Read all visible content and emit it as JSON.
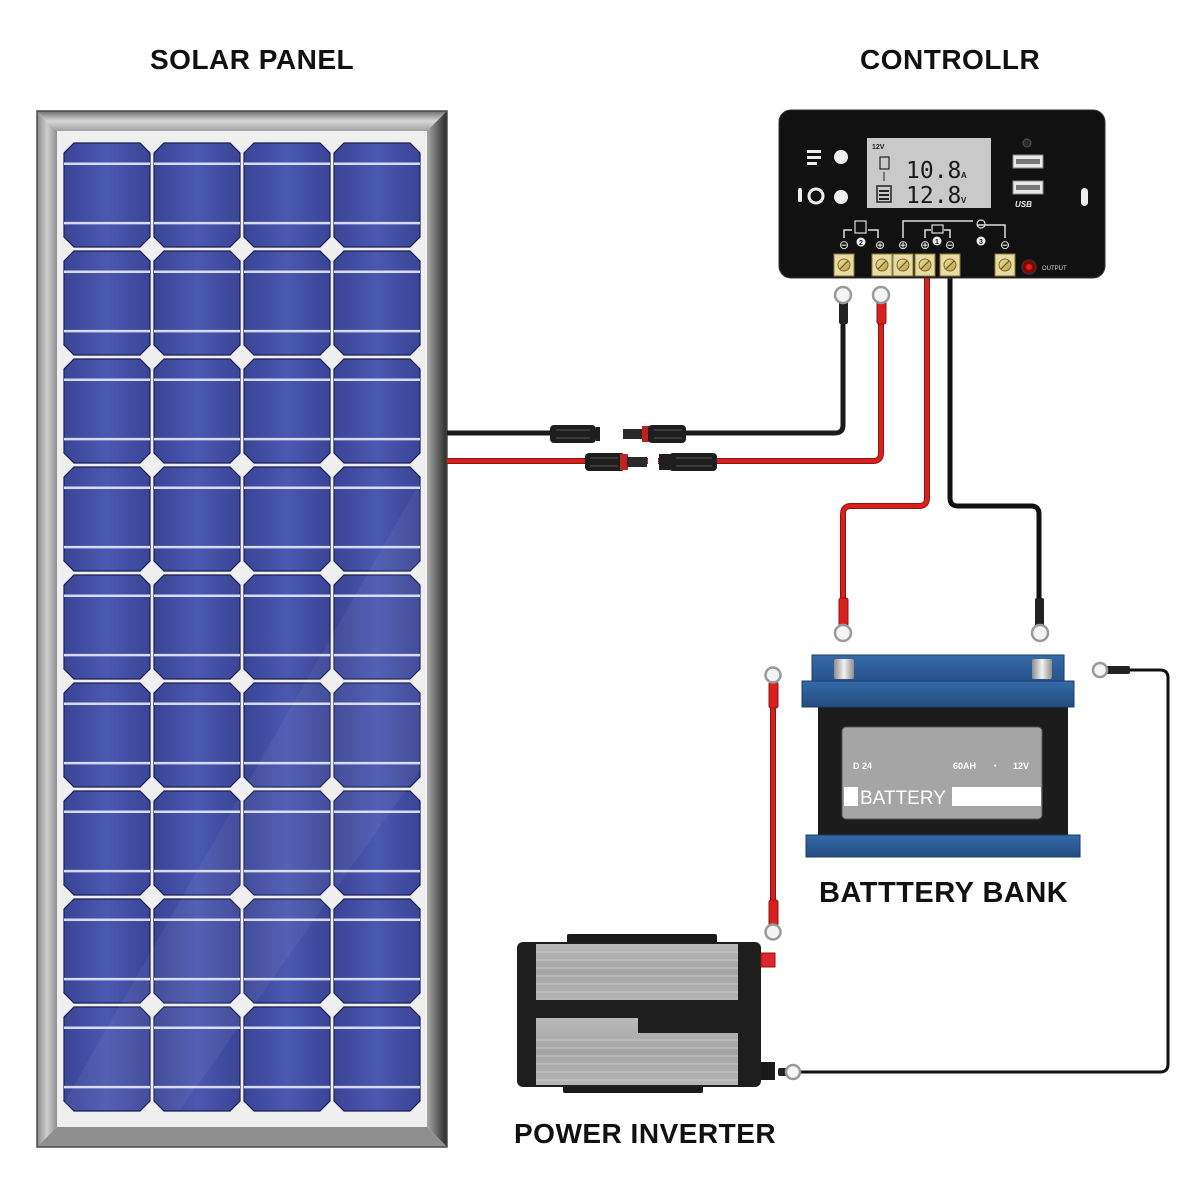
{
  "labels": {
    "solar_panel": "SOLAR PANEL",
    "controller": "CONTROLLR",
    "battery_bank": "BATTTERY BANK",
    "power_inverter": "POWER INVERTER"
  },
  "solar_panel": {
    "cell_columns": 4,
    "cell_rows": 9,
    "cell_color": "#3f4aa0",
    "frame_color": "#9a9a9a"
  },
  "controller": {
    "lcd": {
      "system_voltage": "12V",
      "current_value": "10.8",
      "current_unit": "A",
      "voltage_value": "12.8",
      "voltage_unit": "V"
    },
    "usb_label": "USB",
    "output_label": "OUTPUT",
    "terminal_groups": {
      "solar_number": "2",
      "battery_number": "1",
      "load_number": "3"
    },
    "terminal_signs": [
      "⊖",
      "⊕",
      "⊕",
      "⊕",
      "⊖",
      "⊖"
    ],
    "body_color": "#111111",
    "lcd_color": "#c9c9c9"
  },
  "battery": {
    "model": "D 24",
    "capacity": "60AH",
    "separator": "•",
    "voltage": "12V",
    "name": "BATTERY",
    "lid_color": "#2d5a94",
    "body_color": "#1c1c1c"
  },
  "wires": {
    "positive_color": "#d8201f",
    "negative_color": "#1a1a1a"
  }
}
